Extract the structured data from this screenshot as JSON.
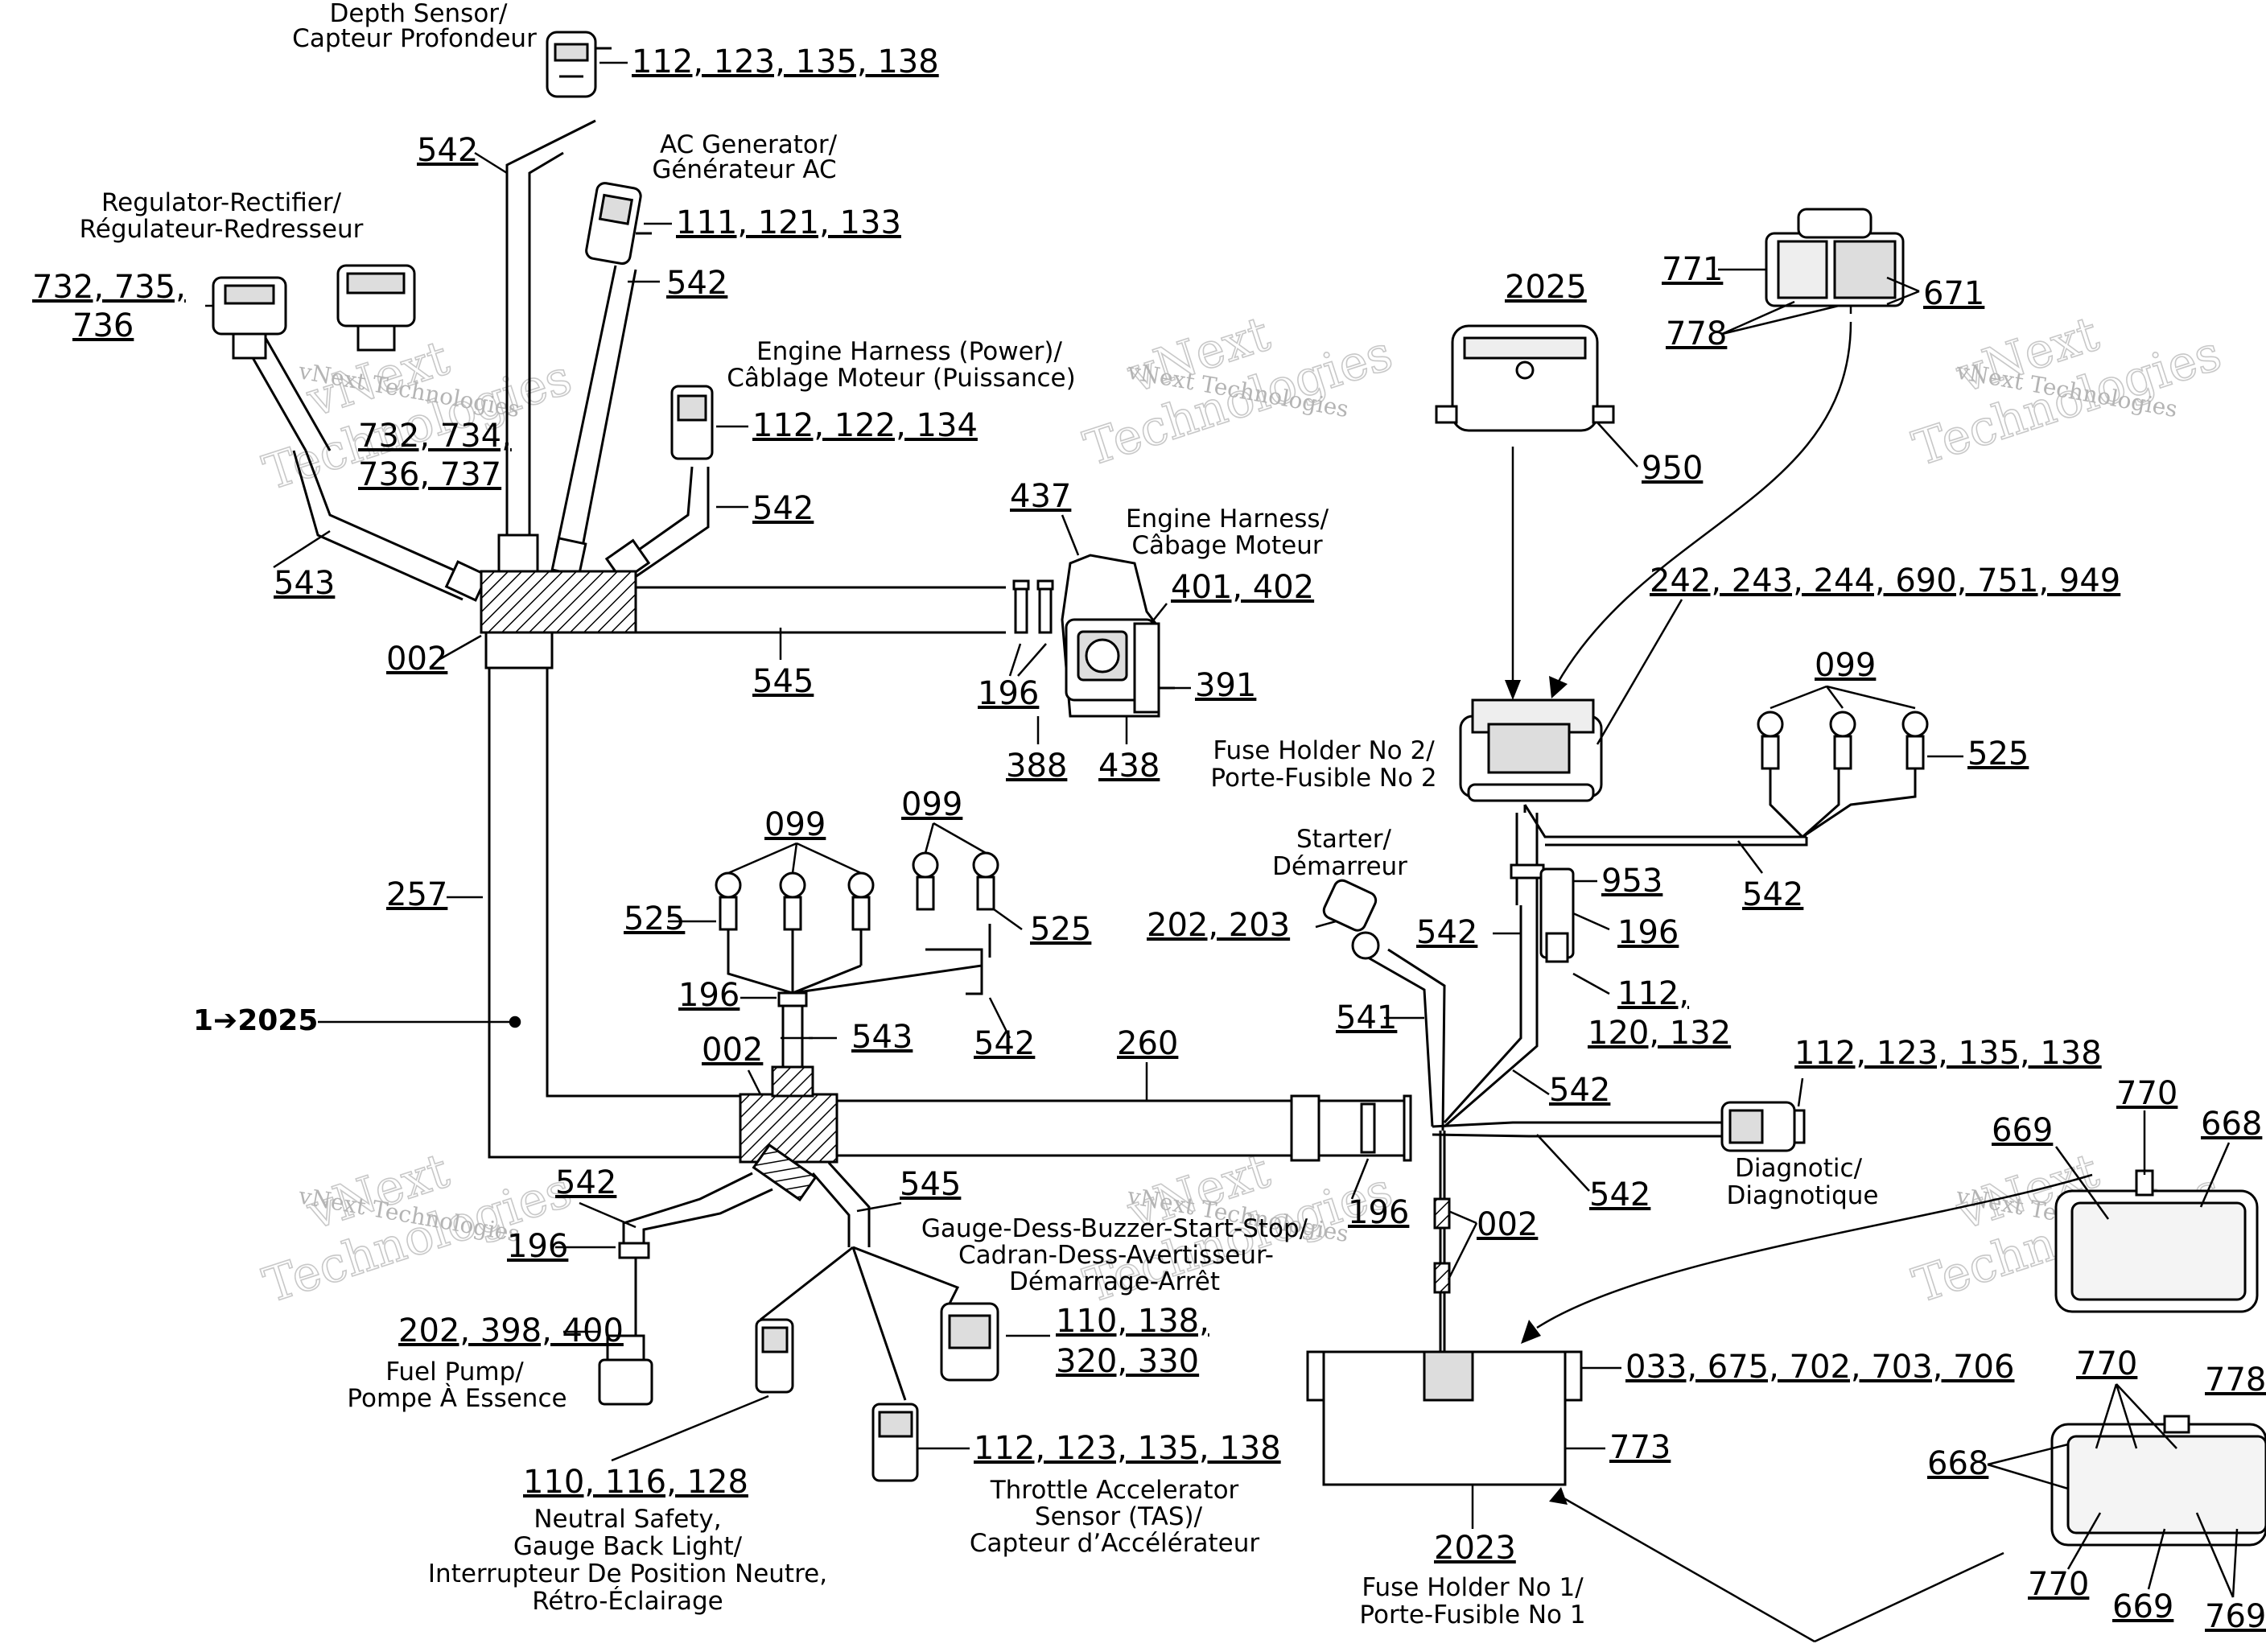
{
  "diagram": {
    "components": [
      {
        "id": "depth-sensor",
        "label_lines": [
          "Depth Sensor/",
          "Capteur Profondeur"
        ],
        "ref": "112, 123, 135, 138"
      },
      {
        "id": "ac-generator",
        "label_lines": [
          "AC Generator/",
          "Générateur AC"
        ],
        "ref": "111, 121, 133"
      },
      {
        "id": "regulator-rectifier",
        "label_lines": [
          "Regulator-Rectifier/",
          "Régulateur-Redresseur"
        ],
        "ref_left": [
          "732, 735,",
          "736"
        ],
        "ref_right": [
          "732, 734,",
          "736, 737"
        ]
      },
      {
        "id": "engine-harness-power",
        "label_lines": [
          "Engine Harness (Power)/",
          "Câblage Moteur (Puissance)"
        ],
        "ref": "112, 122, 134"
      },
      {
        "id": "engine-harness",
        "label_lines": [
          "Engine Harness/",
          "Câbage Moteur"
        ],
        "refs": [
          "437",
          "401, 402",
          "391",
          "388",
          "438",
          "196"
        ]
      },
      {
        "id": "relay-box-2025",
        "ref_top": "2025",
        "ref_bottom": "950"
      },
      {
        "id": "relay-771",
        "refs": [
          "771",
          "778",
          "671"
        ]
      },
      {
        "id": "fuse-holder-2",
        "label_lines": [
          "Fuse Holder No 2/",
          "Porte-Fusible No 2"
        ],
        "ref": "242, 243, 244, 690, 751, 949"
      },
      {
        "id": "ring-terminals-right",
        "refs": [
          "099",
          "525",
          "542"
        ]
      },
      {
        "id": "starter",
        "label_lines": [
          "Starter/",
          "Démarreur"
        ],
        "ref": "202, 203"
      },
      {
        "id": "branch-953",
        "refs": [
          "953",
          "196",
          "542"
        ],
        "ref_multi": [
          "112,",
          "120, 132"
        ]
      },
      {
        "id": "diagnostic",
        "label_lines": [
          "Diagnotic/",
          "Diagnotique"
        ],
        "ref": "112, 123, 135, 138"
      },
      {
        "id": "ecm-connector-top",
        "refs": [
          "669",
          "770",
          "668"
        ]
      },
      {
        "id": "ecm-connector-bottom",
        "refs": [
          "770",
          "778",
          "668",
          "770",
          "669",
          "769"
        ]
      },
      {
        "id": "fuse-holder-1",
        "label_lines": [
          "Fuse Holder No 1/",
          "Porte-Fusible No 1"
        ],
        "ref": "2023",
        "refs": [
          "033, 675, 702, 703, 706",
          "773"
        ]
      },
      {
        "id": "gauge",
        "label_lines": [
          "Gauge-Dess-Buzzer-Start-Stop/",
          "Cadran-Dess-Avertisseur-",
          "Démarrage-Arrêt"
        ],
        "ref_lines": [
          "110, 138,",
          "320, 330"
        ]
      },
      {
        "id": "throttle",
        "label_lines": [
          "Throttle Accelerator",
          "Sensor (TAS)/",
          "Capteur d’Accélérateur"
        ],
        "ref": "112, 123, 135, 138"
      },
      {
        "id": "neutral-safety",
        "label_lines": [
          "Neutral Safety,",
          "Gauge Back Light/",
          "Interrupteur De Position Neutre,",
          "Rétro-Éclairage"
        ],
        "ref": "110, 116, 128"
      },
      {
        "id": "fuel-pump",
        "label_lines": [
          "Fuel Pump/",
          "Pompe À Essence"
        ],
        "ref": "202, 398, 400"
      }
    ],
    "harness_refs": {
      "r542_top": "542",
      "r542_acgen": "542",
      "r542_power": "542",
      "r543": "543",
      "r002_top": "002",
      "r545": "545",
      "r257": "257",
      "r2025_callout": "1➔2025",
      "r099_a": "099",
      "r099_b": "099",
      "r525_a": "525",
      "r525_b": "525",
      "r196_mid": "196",
      "r543_mid": "543",
      "r542_mid": "542",
      "r002_mid": "002",
      "r260": "260",
      "r542_low": "542",
      "r545_low": "545",
      "r196_low": "196",
      "r196_right": "196",
      "r542_starter": "542",
      "r541": "541",
      "r542_diag_a": "542",
      "r542_diag_b": "542",
      "r002_right": "002"
    },
    "watermark": {
      "line1": "vNext",
      "line2": "Technologies",
      "caption": "vNext Technologies"
    }
  }
}
